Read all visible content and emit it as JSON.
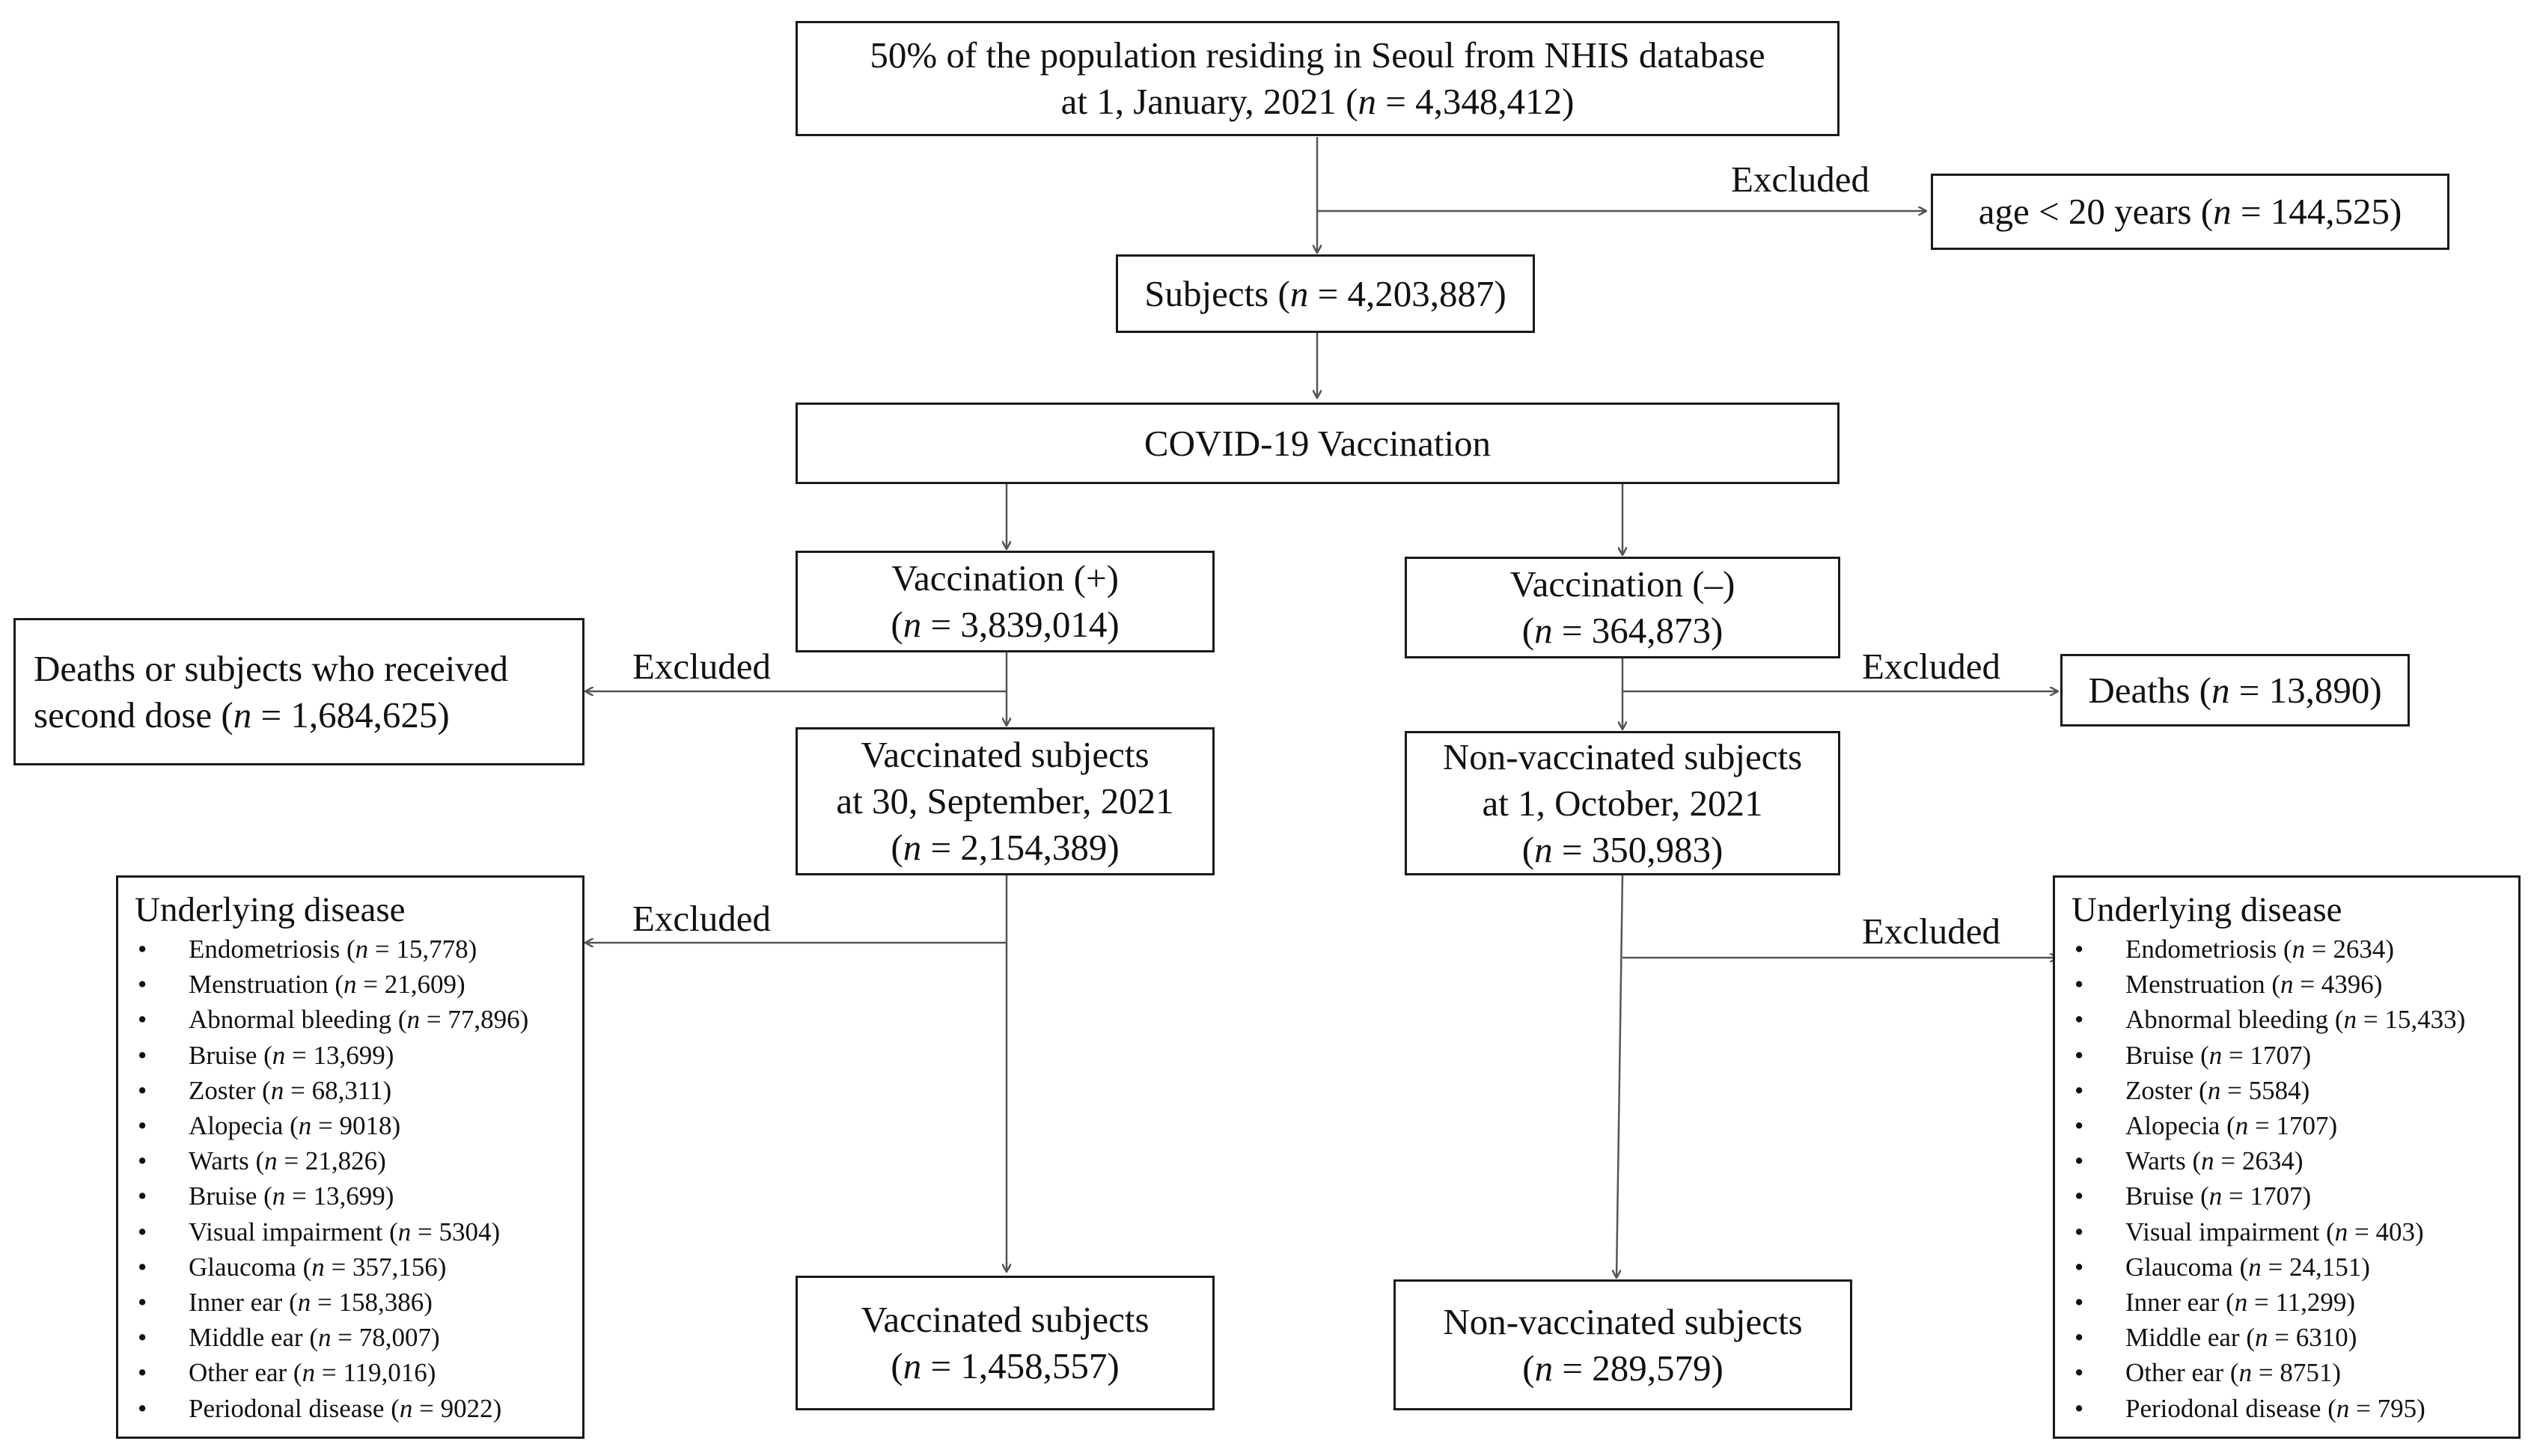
{
  "population": {
    "line1": "50% of the population residing in Seoul from NHIS database",
    "line2_pre": "at 1, January, 2021 (",
    "n_symbol": "n",
    "line2_post": " = 4,348,412)"
  },
  "excluded_label": "Excluded",
  "age_excluded": {
    "pre": "age < 20 years (",
    "n_symbol": "n",
    "post": " = 144,525)"
  },
  "subjects": {
    "pre": "Subjects (",
    "n_symbol": "n",
    "post": " = 4,203,887)"
  },
  "covid_vaccination": "COVID-19 Vaccination",
  "vaccination_pos": {
    "line1": "Vaccination (+)",
    "pre": "(",
    "n_symbol": "n",
    "post": " = 3,839,014)"
  },
  "vaccination_neg": {
    "line1": "Vaccination (–)",
    "pre": "(",
    "n_symbol": "n",
    "post": " = 364,873)"
  },
  "deaths_second_dose": {
    "line1": "Deaths or subjects who received",
    "pre": "second dose (",
    "n_symbol": "n",
    "post": " = 1,684,625)"
  },
  "deaths": {
    "pre": "Deaths (",
    "n_symbol": "n",
    "post": " = 13,890)"
  },
  "vaccinated_sep": {
    "line1": "Vaccinated subjects",
    "line2": "at 30, September, 2021",
    "pre": "(",
    "n_symbol": "n",
    "post": " = 2,154,389)"
  },
  "nonvaccinated_oct": {
    "line1": "Non-vaccinated subjects",
    "line2": "at 1, October, 2021",
    "pre": "(",
    "n_symbol": "n",
    "post": " = 350,983)"
  },
  "vaccinated_final": {
    "line1": "Vaccinated subjects",
    "pre": "(",
    "n_symbol": "n",
    "post": " = 1,458,557)"
  },
  "nonvaccinated_final": {
    "line1": "Non-vaccinated subjects",
    "pre": "(",
    "n_symbol": "n",
    "post": " = 289,579)"
  },
  "underlying_left": {
    "title": "Underlying disease",
    "bullet": "•",
    "n_symbol": "n",
    "items": [
      {
        "name": "Endometriosis (",
        "count": " = 15,778)"
      },
      {
        "name": "Menstruation (",
        "count": " = 21,609)"
      },
      {
        "name": "Abnormal bleeding (",
        "count": " = 77,896)"
      },
      {
        "name": "Bruise (",
        "count": " = 13,699)"
      },
      {
        "name": "Zoster (",
        "count": " = 68,311)"
      },
      {
        "name": "Alopecia (",
        "count": " = 9018)"
      },
      {
        "name": "Warts (",
        "count": " = 21,826)"
      },
      {
        "name": "Bruise (",
        "count": " = 13,699)"
      },
      {
        "name": "Visual impairment (",
        "count": " = 5304)"
      },
      {
        "name": "Glaucoma (",
        "count": " = 357,156)"
      },
      {
        "name": "Inner ear (",
        "count": " = 158,386)"
      },
      {
        "name": "Middle ear (",
        "count": " = 78,007)"
      },
      {
        "name": "Other ear (",
        "count": " = 119,016)"
      },
      {
        "name": "Periodonal disease (",
        "count": " = 9022)"
      }
    ]
  },
  "underlying_right": {
    "title": "Underlying disease",
    "bullet": "•",
    "n_symbol": "n",
    "items": [
      {
        "name": "Endometriosis (",
        "count": " = 2634)"
      },
      {
        "name": "Menstruation (",
        "count": " = 4396)"
      },
      {
        "name": "Abnormal bleeding (",
        "count": " = 15,433)"
      },
      {
        "name": "Bruise (",
        "count": " = 1707)"
      },
      {
        "name": "Zoster (",
        "count": " = 5584)"
      },
      {
        "name": "Alopecia (",
        "count": " = 1707)"
      },
      {
        "name": "Warts (",
        "count": " = 2634)"
      },
      {
        "name": "Bruise (",
        "count": " = 1707)"
      },
      {
        "name": "Visual impairment (",
        "count": " = 403)"
      },
      {
        "name": "Glaucoma (",
        "count": " = 24,151)"
      },
      {
        "name": "Inner ear (",
        "count": " = 11,299)"
      },
      {
        "name": "Middle ear (",
        "count": " = 6310)"
      },
      {
        "name": "Other ear (",
        "count": " = 8751)"
      },
      {
        "name": "Periodonal disease (",
        "count": " = 795)"
      }
    ]
  }
}
